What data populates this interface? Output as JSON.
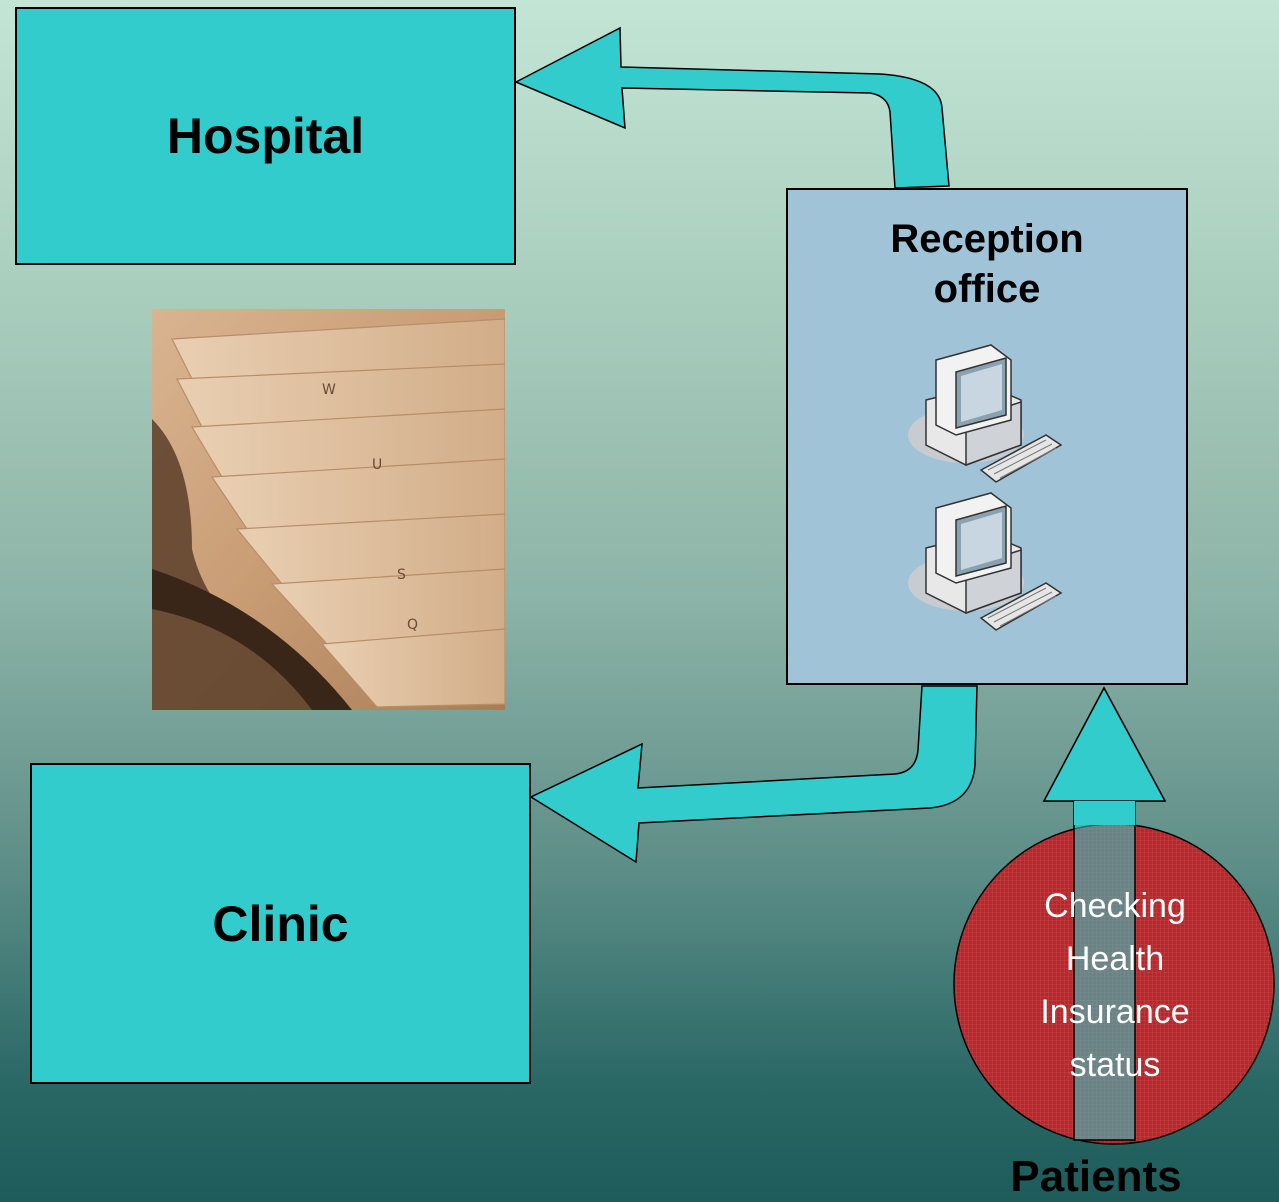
{
  "hospital": {
    "label": "Hospital"
  },
  "clinic": {
    "label": "Clinic"
  },
  "reception": {
    "title": "Reception\noffice",
    "icons": [
      "computer-icon",
      "computer-icon"
    ]
  },
  "patients": {
    "circle_text": "Checking\nHealth\nInsurance\nstatus",
    "label": "Patients"
  },
  "colors": {
    "box": "#33cccc",
    "reception": "#a0c3d8",
    "circle": "#b22a2e",
    "arrow": "#33cccc"
  }
}
